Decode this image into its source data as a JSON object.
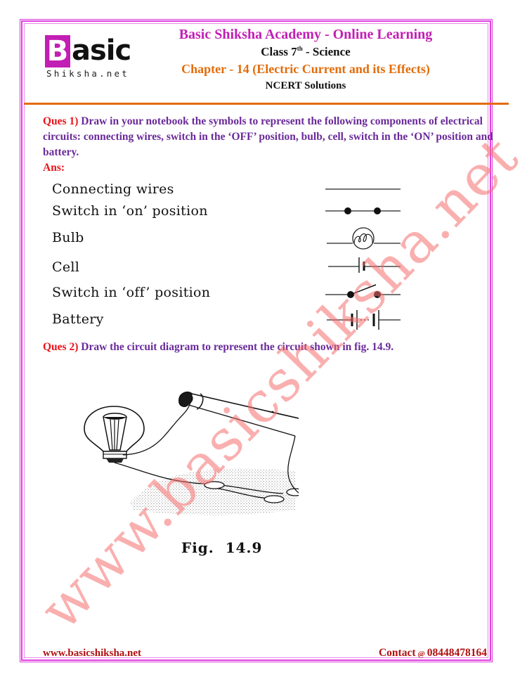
{
  "header": {
    "logo": {
      "letter": "B",
      "rest": "asic",
      "subtitle": "Shiksha.net",
      "brand_color": "#c21fb4"
    },
    "title": "Basic Shiksha Academy - Online  Learning",
    "class_prefix": "Class 7",
    "class_sup": "th",
    "class_suffix": " - Science",
    "chapter": "Chapter - 14 (Electric Current and its Effects)",
    "subtitle": "NCERT Solutions"
  },
  "colors": {
    "title": "#c21fb4",
    "chapter": "#e36c0a",
    "question_label": "#e8141c",
    "question_text": "#6a2a9a",
    "border": "#e040e0",
    "footer": "#b01010",
    "watermark": "#f56e6e"
  },
  "questions": [
    {
      "label": "Ques 1)",
      "text": " Draw in your notebook the symbols to represent the following components of electrical circuits: connecting wires, switch in the ‘OFF’ position, bulb, cell, switch in the ‘ON’ position and battery.",
      "answer_label": "Ans:",
      "symbols": [
        {
          "label": "Connecting wires",
          "icon": "wire-symbol"
        },
        {
          "label": "Switch in ‘on’ position",
          "icon": "switch-on-symbol"
        },
        {
          "label": "Bulb",
          "icon": "bulb-symbol"
        },
        {
          "label": "Cell",
          "icon": "cell-symbol"
        },
        {
          "label": "Switch in ‘off’ position",
          "icon": "switch-off-symbol"
        },
        {
          "label": "Battery",
          "icon": "battery-symbol"
        }
      ]
    },
    {
      "label": "Ques 2)",
      "text": " Draw the circuit diagram to represent the circuit shown in fig. 14.9.",
      "figure": {
        "caption": "Fig.  14.9",
        "icon": "bulb-and-cell-illustration"
      }
    }
  ],
  "watermark": "www.basicshiksha.net",
  "footer": {
    "website": "www.basicshiksha.net",
    "contact_label": "Contact",
    "contact_at": "@",
    "phone": "08448478164"
  }
}
